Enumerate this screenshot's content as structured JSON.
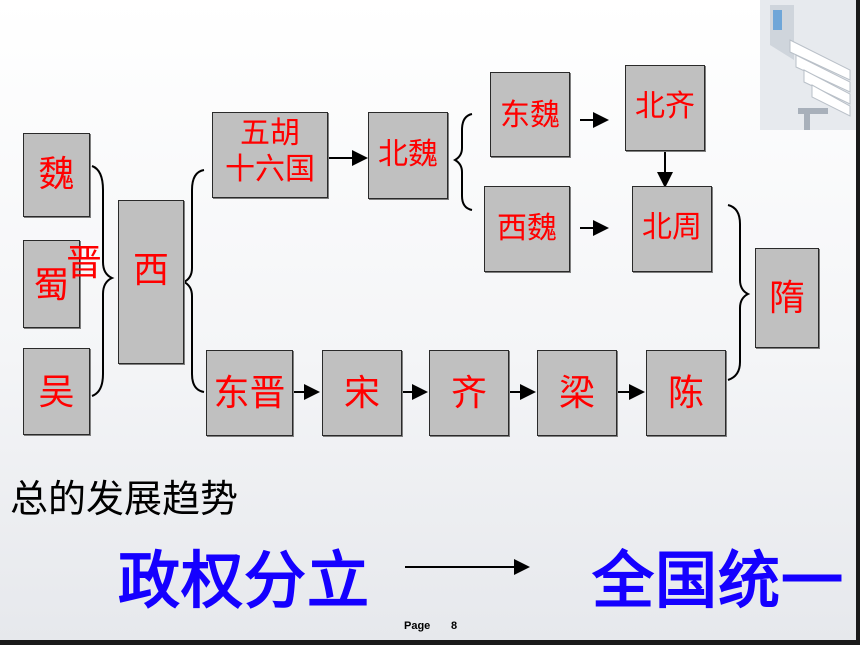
{
  "diagram": {
    "left_states": [
      "魏",
      "蜀",
      "吴"
    ],
    "jin_label": "晋",
    "xi_label": "西",
    "north": {
      "wuhu": [
        "五胡",
        "十六国"
      ],
      "beiwei": "北魏",
      "dongwei": "东魏",
      "beiqi": "北齐",
      "xiwei": "西魏",
      "beizhou": "北周"
    },
    "south": [
      "东晋",
      "宋",
      "齐",
      "梁",
      "陈"
    ],
    "sui": "隋"
  },
  "summary": {
    "label": "总的发展趋势",
    "from": "政权分立",
    "to": "全国统一"
  },
  "footer": {
    "page_word": "Page",
    "page_number": "8"
  }
}
